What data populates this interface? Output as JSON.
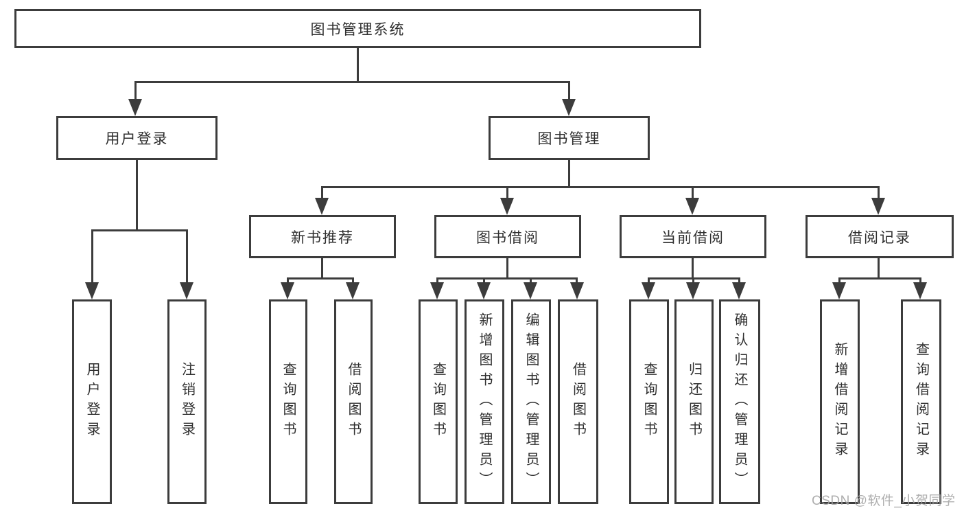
{
  "tree": {
    "root": "图书管理系统",
    "branches": [
      {
        "label": "用户登录",
        "children": [
          "用户登录",
          "注销登录"
        ]
      },
      {
        "label": "图书管理",
        "sections": [
          {
            "label": "新书推荐",
            "children": [
              "查询图书",
              "借阅图书"
            ]
          },
          {
            "label": "图书借阅",
            "children": [
              "查询图书",
              "新增图书（管理员）",
              "编辑图书（管理员）",
              "借阅图书"
            ]
          },
          {
            "label": "当前借阅",
            "children": [
              "查询图书",
              "归还图书",
              "确认归还（管理员）"
            ]
          },
          {
            "label": "借阅记录",
            "children": [
              "新增借阅记录",
              "查询借阅记录"
            ]
          }
        ]
      }
    ]
  },
  "watermark": {
    "text": "CSDN @软件_小贺同学"
  },
  "colors": {
    "line": "#3c3c3c",
    "text": "#2f2f2f",
    "background": "#ffffff",
    "watermark": "#a5a5a5"
  }
}
